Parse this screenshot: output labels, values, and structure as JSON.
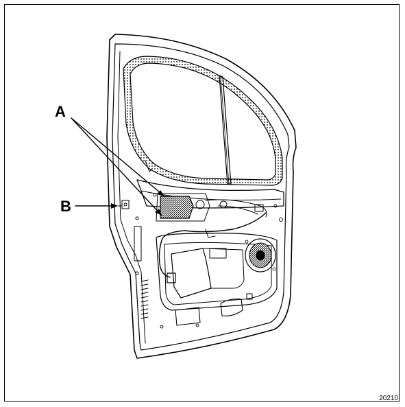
{
  "callouts": {
    "a": "A",
    "b": "B"
  },
  "reference_number": "20210",
  "colors": {
    "line": "#000000",
    "background": "#ffffff"
  }
}
